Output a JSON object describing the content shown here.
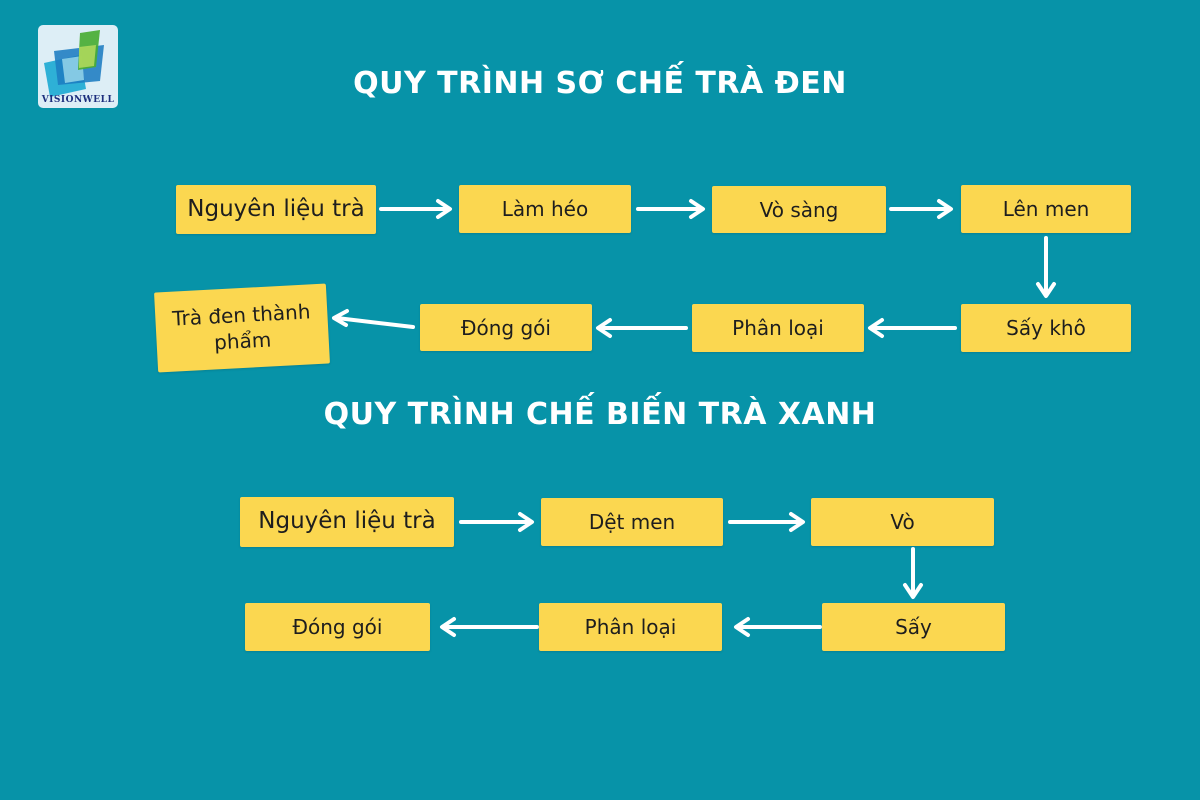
{
  "app": {
    "background_color": "#0793a8",
    "node_color": "#fbd750",
    "arrow_color": "#ffffff",
    "title_color": "#ffffff"
  },
  "logo": {
    "brand": "VISIONWELL"
  },
  "sections": [
    {
      "title": "QUY TRÌNH SƠ CHẾ TRÀ ĐEN",
      "nodes": [
        {
          "label": "Nguyên liệu trà"
        },
        {
          "label": "Làm héo"
        },
        {
          "label": "Vò sàng"
        },
        {
          "label": "Lên men"
        },
        {
          "label": "Sấy khô"
        },
        {
          "label": "Phân loại"
        },
        {
          "label": "Đóng gói"
        },
        {
          "label": "Trà đen thành phẩm"
        }
      ]
    },
    {
      "title": "QUY TRÌNH CHẾ BIẾN TRÀ XANH",
      "nodes": [
        {
          "label": "Nguyên liệu trà"
        },
        {
          "label": "Dệt men"
        },
        {
          "label": "Vò"
        },
        {
          "label": "Sấy"
        },
        {
          "label": "Phân loại"
        },
        {
          "label": "Đóng gói"
        }
      ]
    }
  ]
}
